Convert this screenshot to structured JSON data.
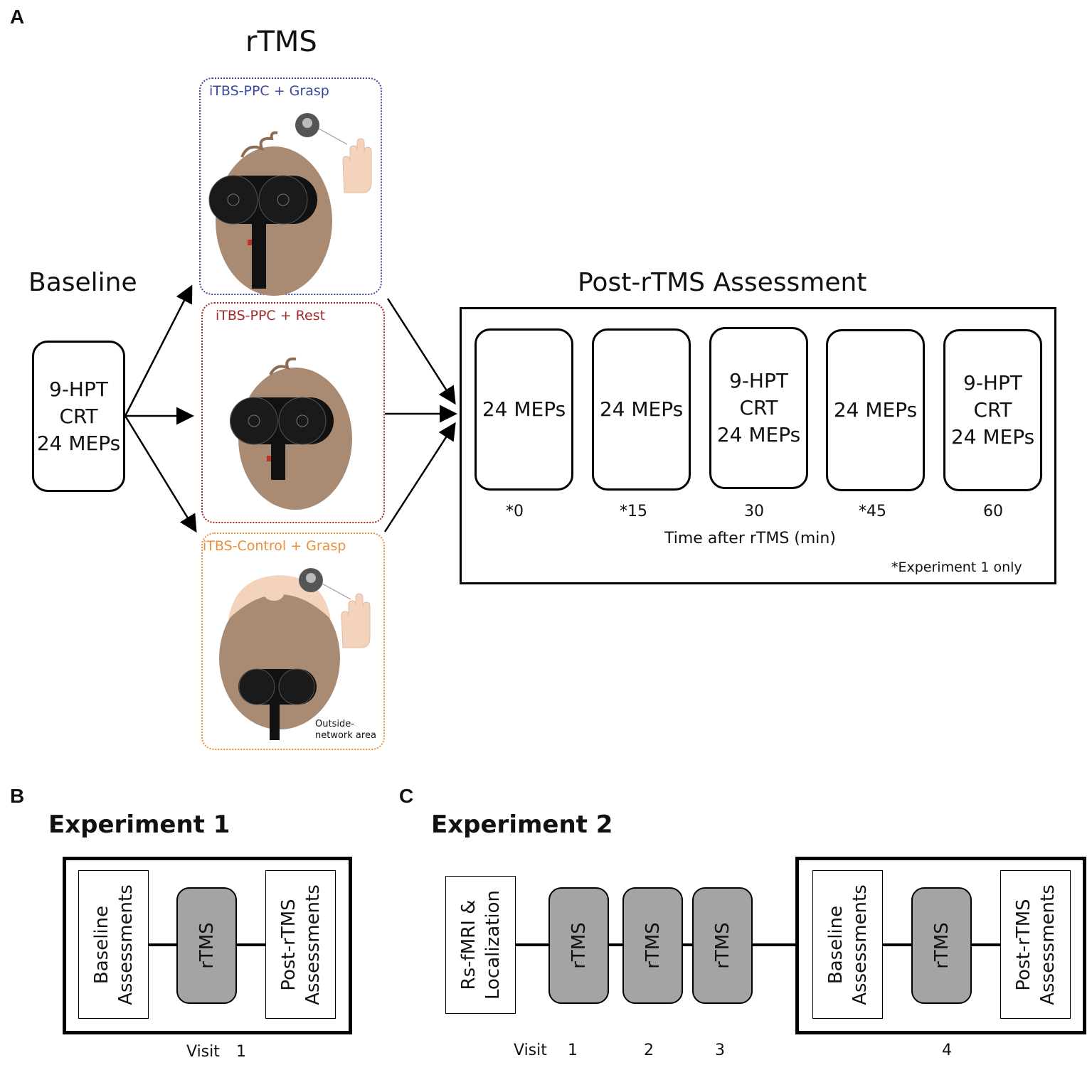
{
  "panels": {
    "a": "A",
    "b": "B",
    "c": "C"
  },
  "panel_a": {
    "rtms_title": "rTMS",
    "baseline_title": "Baseline",
    "baseline_box": [
      "9-HPT",
      "CRT",
      "24 MEPs"
    ],
    "conditions": [
      {
        "label": "iTBS-PPC + Grasp",
        "color": "#3a4aa0"
      },
      {
        "label": "iTBS-PPC + Rest",
        "color": "#a12a2a"
      },
      {
        "label": "iTBS-Control + Grasp",
        "color": "#e8903a",
        "note": [
          "Outside-",
          "network area"
        ]
      }
    ],
    "post_title": "Post-rTMS Assessment",
    "post_boxes": [
      {
        "lines": [
          "24 MEPs"
        ],
        "time": "*0"
      },
      {
        "lines": [
          "24 MEPs"
        ],
        "time": "*15"
      },
      {
        "lines": [
          "9-HPT",
          "CRT",
          "24 MEPs"
        ],
        "time": "30"
      },
      {
        "lines": [
          "24 MEPs"
        ],
        "time": "*45"
      },
      {
        "lines": [
          "9-HPT",
          "CRT",
          "24 MEPs"
        ],
        "time": "60"
      }
    ],
    "time_axis_label": "Time after rTMS (min)",
    "footnote": "*Experiment 1 only"
  },
  "panel_b": {
    "title": "Experiment 1",
    "baseline_box": [
      "Baseline",
      "Assessments"
    ],
    "rtms": "rTMS",
    "post_box": [
      "Post-rTMS",
      "Assessments"
    ],
    "visit_label": "Visit",
    "visit_number": "1"
  },
  "panel_c": {
    "title": "Experiment 2",
    "rsfmri_box": [
      "Rs-fMRI &",
      "Localization"
    ],
    "rtms": "rTMS",
    "baseline_box": [
      "Baseline",
      "Assessments"
    ],
    "post_box": [
      "Post-rTMS",
      "Assessments"
    ],
    "visit_label": "Visit",
    "visit_numbers": [
      "1",
      "2",
      "3",
      "4"
    ]
  },
  "colors": {
    "skin": "#a98a73",
    "coil": "#111111",
    "grey_box": "#a6a3a3",
    "hand": "#f4d3bd"
  },
  "icons": [
    "head-with-coil-icon",
    "hand-icon",
    "sensor-icon",
    "arrow-icon"
  ]
}
